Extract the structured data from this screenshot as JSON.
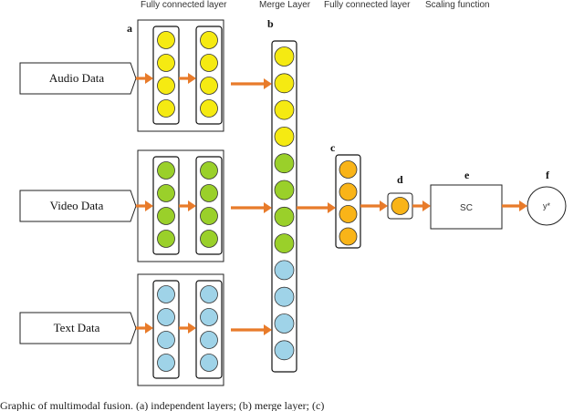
{
  "headers": {
    "fc1": "Fully connected layer",
    "merge": "Merge Layer",
    "fc2": "Fully connected layer",
    "scaling": "Scaling function"
  },
  "letters": {
    "a": "a",
    "b": "b",
    "c": "c",
    "d": "d",
    "e": "e",
    "f": "f"
  },
  "inputs": {
    "audio": "Audio Data",
    "video": "Video Data",
    "text": "Text Data"
  },
  "sc_label": "SC",
  "output_label": "y*",
  "caption": "Graphic      of        multimodal      fusion.      (a)      independent      layers;      (b)      merge      layer;      (c)",
  "colors": {
    "audio": "#f5ea12",
    "video": "#9ad02a",
    "text": "#9fd3e8",
    "fc": "#f9b418",
    "arrow": "#e87b2a"
  }
}
